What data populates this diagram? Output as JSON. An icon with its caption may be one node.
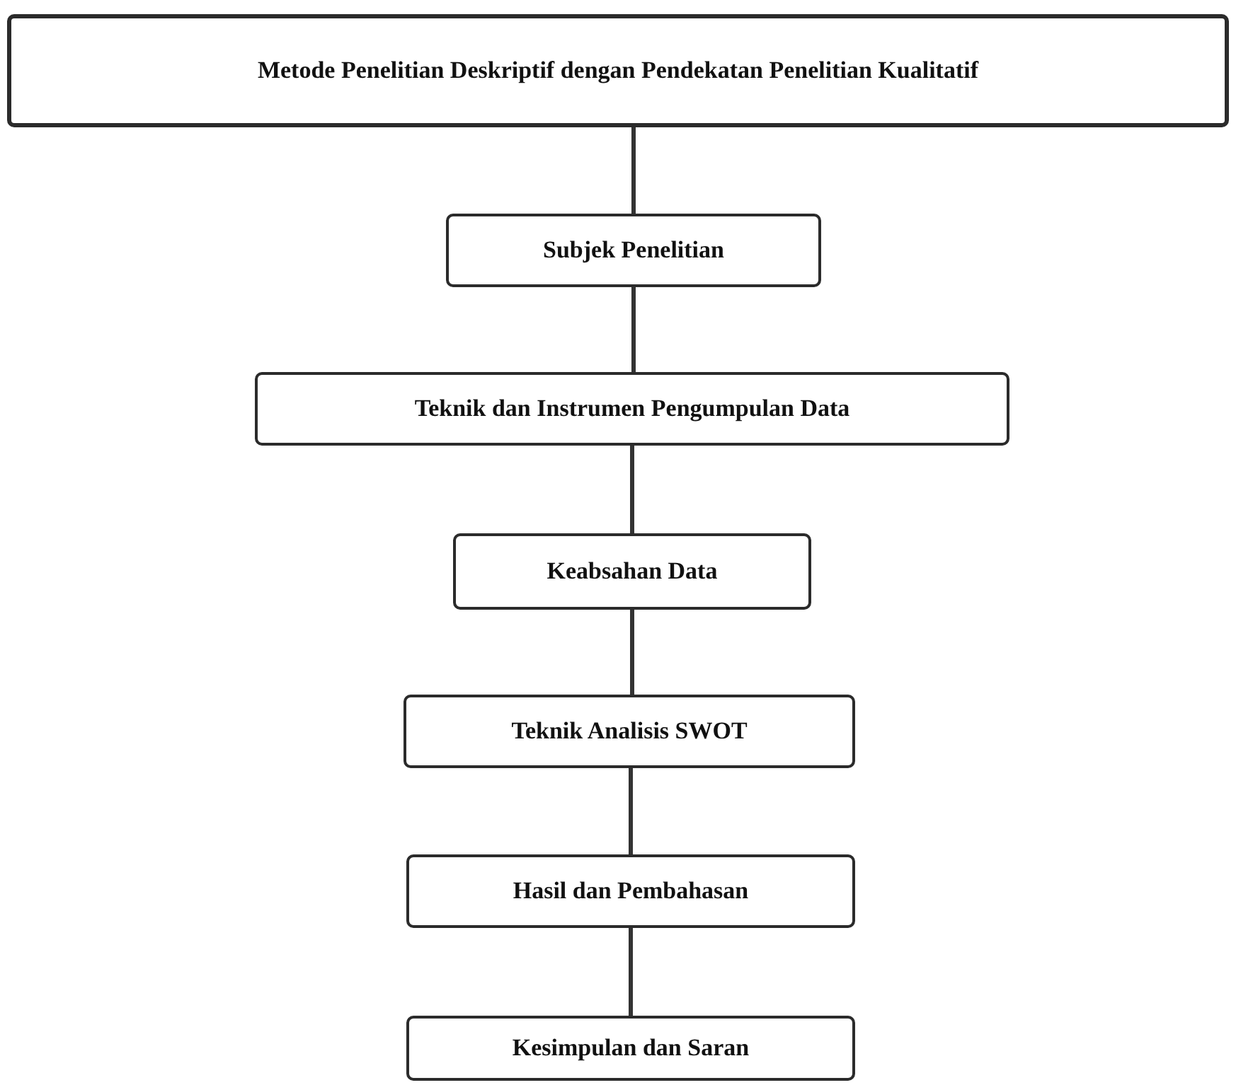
{
  "diagram": {
    "nodes": [
      {
        "text": [
          "Metode Penelitian Deskriptif dengan Pendekatan Penelitian Kualitatif"
        ]
      },
      {
        "text": [
          "Subjek Penelitian"
        ]
      },
      {
        "text": [
          "Teknik dan Instrumen Pengumpulan Data"
        ]
      },
      {
        "text": [
          "Keabsahan Data"
        ]
      },
      {
        "text": [
          "Teknik Analisis SWOT"
        ]
      },
      {
        "text": [
          "Hasil dan Pembahasan"
        ]
      },
      {
        "text": [
          "Kesimpulan dan Saran"
        ]
      }
    ],
    "edges": [
      {
        "from": 0,
        "to": 1,
        "arrow": "none"
      },
      {
        "from": 1,
        "to": 2,
        "arrow": "none"
      },
      {
        "from": 2,
        "to": 3,
        "arrow": "none"
      },
      {
        "from": 3,
        "to": 4,
        "arrow": "none"
      },
      {
        "from": 4,
        "to": 5,
        "arrow": "none"
      },
      {
        "from": 5,
        "to": 6,
        "arrow": "none"
      }
    ]
  }
}
